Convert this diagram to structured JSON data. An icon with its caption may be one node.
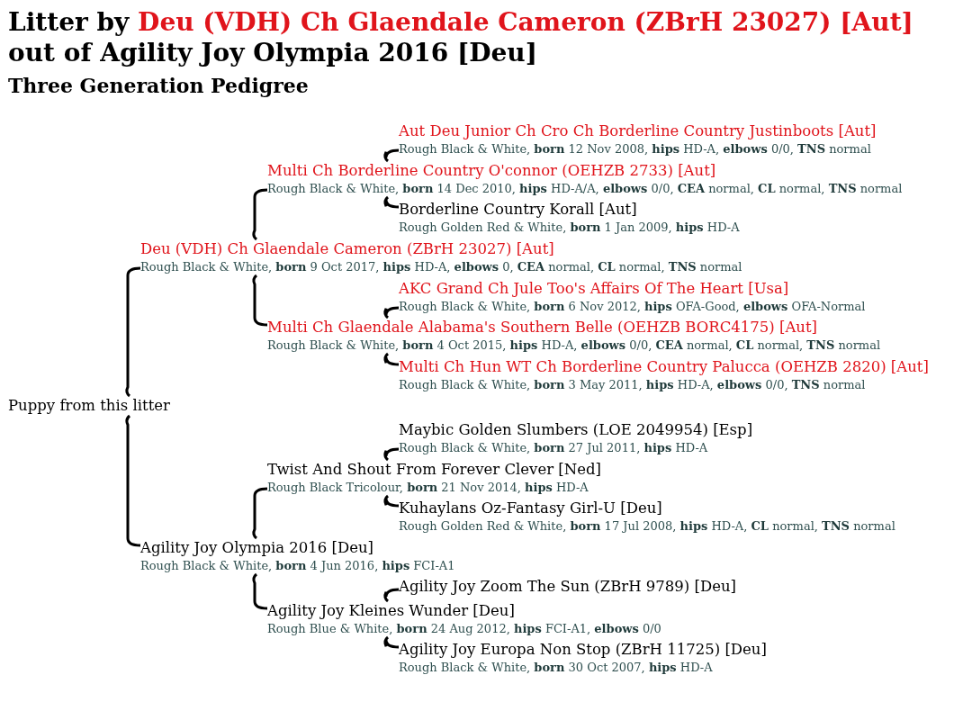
{
  "diagram": {
    "title": "Litter by Deu (VDH) Ch Glaendale Cameron (ZBrH 23027) [Aut] out of Agility Joy Olympia 2016 [Deu]",
    "nodes": [
      {
        "text": [
          "Aut Deu Junior Ch Cro Ch Borderline Country Justinboots [Aut]",
          "Rough Black & White, **born** 12 Nov 2008, **hips** HD-A, **elbows** 0/0, **TNS** normal"
        ]
      },
      {
        "text": [
          "Multi Ch Borderline Country O'connor (OEHZB 2733) [Aut]",
          "Rough Black & White, **born** 14 Dec 2010, **hips** HD-A/A, **elbows** 0/0, **CEA** normal, **CL** normal, **TNS** normal"
        ]
      },
      {
        "text": [
          "Borderline Country Korall [Aut]",
          "Rough Golden Red & White, **born** 1 Jan 2009, **hips** HD-A"
        ]
      },
      {
        "text": [
          "Deu (VDH) Ch Glaendale Cameron (ZBrH 23027) [Aut]",
          "Rough Black & White, **born** 9 Oct 2017, **hips** HD-A, **elbows** 0, **CEA** normal, **CL** normal, **TNS** normal"
        ]
      },
      {
        "text": [
          "AKC Grand Ch Jule Too's Affairs Of The Heart [Usa]",
          "Rough Black & White, **born** 6 Nov 2012, **hips** OFA-Good, **elbows** OFA-Normal"
        ]
      },
      {
        "text": [
          "Multi Ch Glaendale Alabama's Southern Belle (OEHZB BORC4175) [Aut]",
          "Rough Black & White, **born** 4 Oct 2015, **hips** HD-A, **elbows** 0/0, **CEA** normal, **CL** normal, **TNS** normal"
        ]
      },
      {
        "text": [
          "Multi Ch Hun WT Ch Borderline Country Palucca (OEHZB 2820) [Aut]",
          "Rough Black & White, **born** 3 May 2011, **hips** HD-A, **elbows** 0/0, **TNS** normal"
        ]
      },
      {
        "text": [
          "Puppy from this litter"
        ]
      },
      {
        "text": [
          "Maybic Golden Slumbers (LOE 2049954) [Esp]",
          "Rough Black & White, **born** 27 Jul 2011, **hips** HD-A"
        ]
      },
      {
        "text": [
          "Twist And Shout From Forever Clever [Ned]",
          "Rough Black Tricolour, **born** 21 Nov 2014, **hips** HD-A"
        ]
      },
      {
        "text": [
          "Kuhaylans Oz-Fantasy Girl-U [Deu]",
          "Rough Golden Red & White, **born** 17 Jul 2008, **hips** HD-A, **CL** normal, **TNS** normal"
        ]
      },
      {
        "text": [
          "Agility Joy Olympia 2016 [Deu]",
          "Rough Black & White, **born** 4 Jun 2016, **hips** FCI-A1"
        ]
      },
      {
        "text": [
          "Agility Joy Zoom The Sun (ZBrH 9789) [Deu]"
        ]
      },
      {
        "text": [
          "Agility Joy Kleines Wunder [Deu]",
          "Rough Blue & White, **born** 24 Aug 2012, **hips** FCI-A1, **elbows** 0/0"
        ]
      },
      {
        "text": [
          "Agility Joy Europa Non Stop (ZBrH 11725) [Deu]",
          "Rough Black & White, **born** 30 Oct 2007, **hips** HD-A"
        ]
      }
    ],
    "edges": [
      {
        "from": 7,
        "to": 3,
        "arrow": "none"
      },
      {
        "from": 7,
        "to": 11,
        "arrow": "none"
      },
      {
        "from": 3,
        "to": 1,
        "arrow": "none"
      },
      {
        "from": 3,
        "to": 5,
        "arrow": "none"
      },
      {
        "from": 1,
        "to": 0,
        "arrow": "none"
      },
      {
        "from": 1,
        "to": 2,
        "arrow": "none"
      },
      {
        "from": 5,
        "to": 4,
        "arrow": "none"
      },
      {
        "from": 5,
        "to": 6,
        "arrow": "none"
      },
      {
        "from": 11,
        "to": 9,
        "arrow": "none"
      },
      {
        "from": 11,
        "to": 13,
        "arrow": "none"
      },
      {
        "from": 9,
        "to": 8,
        "arrow": "none"
      },
      {
        "from": 9,
        "to": 10,
        "arrow": "none"
      },
      {
        "from": 13,
        "to": 12,
        "arrow": "none"
      },
      {
        "from": 13,
        "to": 14,
        "arrow": "none"
      }
    ],
    "labels": [
      "Three Generation Pedigree"
    ]
  }
}
